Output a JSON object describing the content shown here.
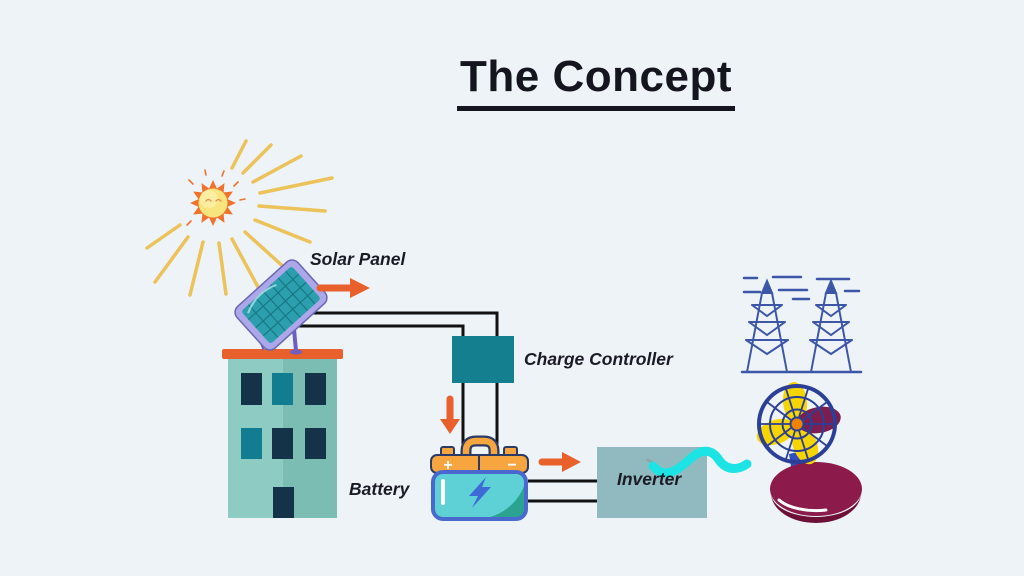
{
  "title": {
    "text": "The Concept"
  },
  "labels": {
    "solar_panel": "Solar Panel",
    "charge_controller": "Charge Controller",
    "battery": "Battery",
    "inverter": "Inverter"
  },
  "battery_markings": {
    "plus": "+",
    "minus": "−"
  },
  "icons": {
    "sun": "sun-icon",
    "sun_rays": "sun-rays-icon",
    "building": "building-icon",
    "solar_panel": "solar-panel-icon",
    "charge_controller_box": "charge-controller-box",
    "battery": "battery-icon",
    "inverter_box": "inverter-box",
    "power_towers": "power-towers-icon",
    "fan": "table-fan-icon",
    "ac_wire": "ac-wire-squiggle-icon",
    "arrows": [
      "arrow-right-icon",
      "arrow-down-icon",
      "arrow-right-icon"
    ]
  },
  "colors": {
    "background": "#edf3f7",
    "text": "#15151f",
    "accent_orange": "#e8612c",
    "controller_teal": "#14808f",
    "inverter_fill": "#91bac0",
    "building_light": "#8ecbc2",
    "building_dark": "#7cbdb3",
    "window_navy": "#143349",
    "window_teal": "#127d91",
    "battery_orange": "#f6a53f",
    "battery_teal": "#5ed1d6",
    "battery_teal_dark": "#2aa491",
    "battery_outline": "#4a69cf",
    "panel_lavender": "#aba7e8",
    "panel_teal": "#2b9fae",
    "tower_blue": "#3d56a8",
    "fan_cage_blue": "#2b3f96",
    "fan_yellow": "#f6d500",
    "fan_maroon": "#8c1a4b",
    "squiggle_cyan": "#1de4e4",
    "sun_orange": "#f0722c",
    "sun_yellow": "#f9e57d",
    "ray_gold": "#ecc25a",
    "wire_black": "#111111"
  }
}
